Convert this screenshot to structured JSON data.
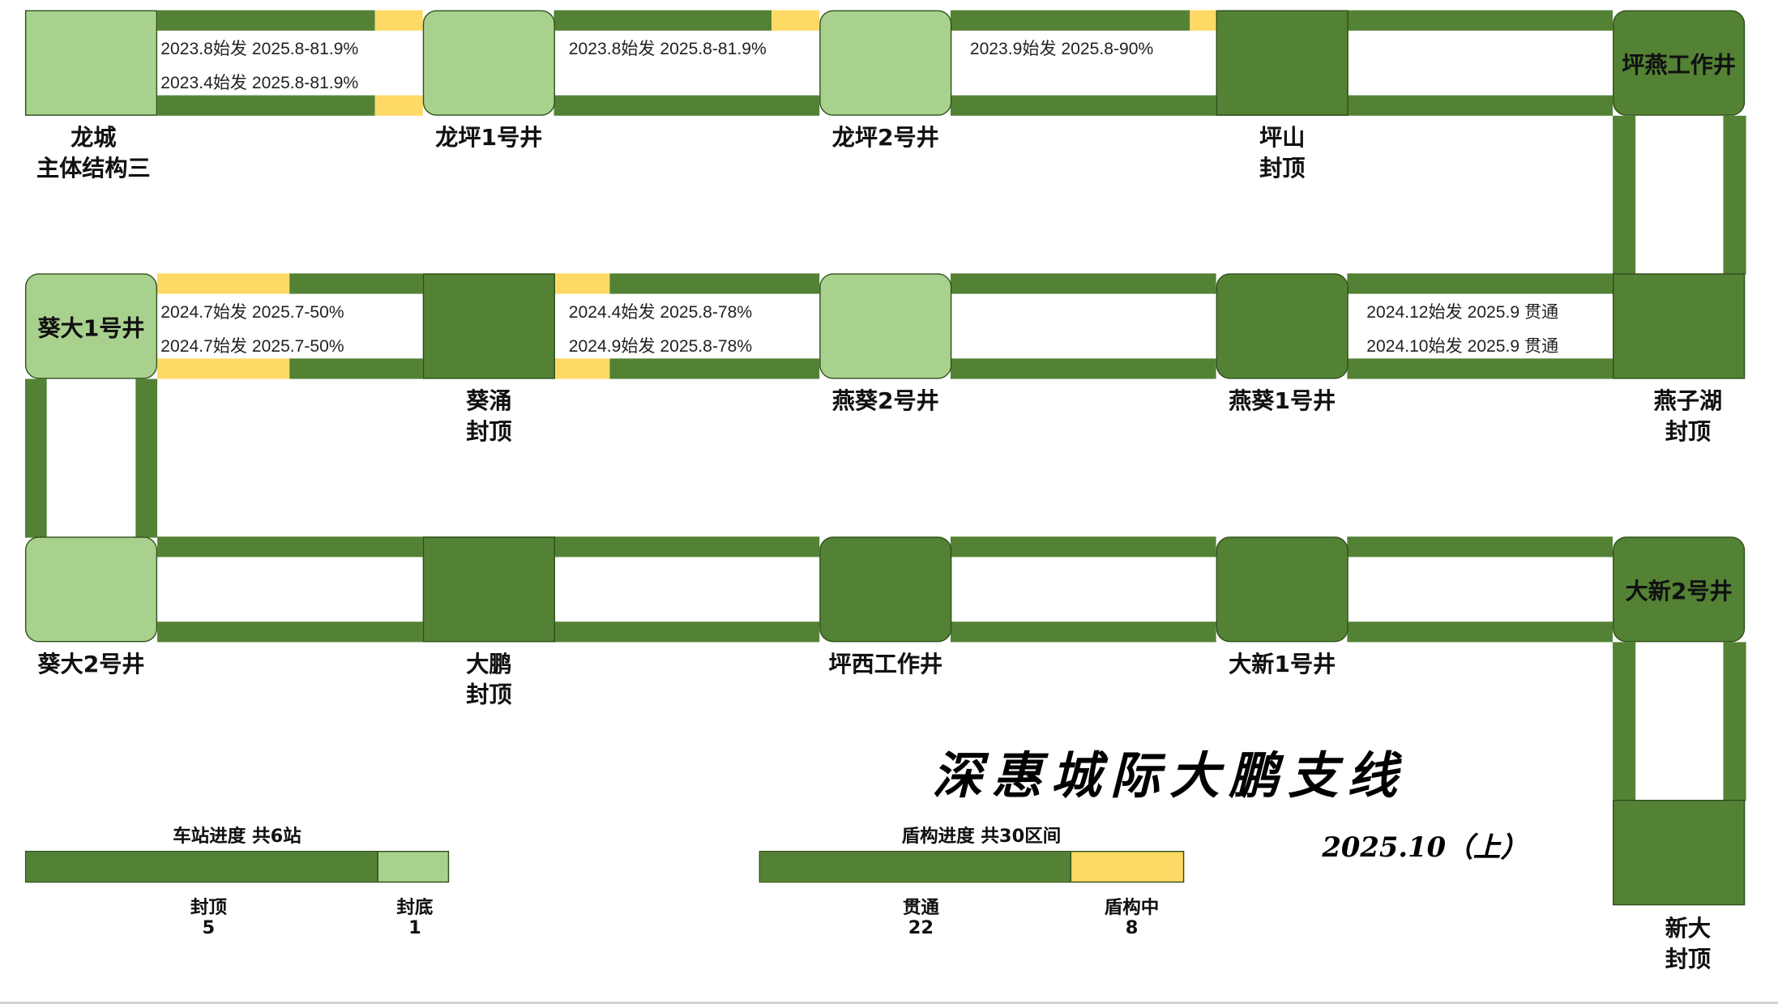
{
  "stations": {
    "longcheng": "龙城\n主体结构三",
    "longping1": "龙坪1号井",
    "longping2": "龙坪2号井",
    "pingshan": "坪山\n封顶",
    "pingyan": "坪燕工作井",
    "kuida1": "葵大1号井",
    "kuiyong": "葵涌\n封顶",
    "yankui2": "燕葵2号井",
    "yankui1": "燕葵1号井",
    "yanzihu": "燕子湖\n封顶",
    "kuida2": "葵大2号井",
    "dapeng": "大鹏\n封顶",
    "pingxi": "坪西工作井",
    "daxin1": "大新1号井",
    "daxin2": "大新2号井",
    "xinda": "新大\n封顶"
  },
  "notes": {
    "r1a1": "2023.8始发 2025.8-81.9%",
    "r1a2": "2023.4始发 2025.8-81.9%",
    "r1b1": "2023.8始发 2025.8-81.9%",
    "r1c1": "2023.9始发 2025.8-90%",
    "r2a1": "2024.7始发 2025.7-50%",
    "r2a2": "2024.7始发 2025.7-50%",
    "r2b1": "2024.4始发 2025.8-78%",
    "r2b2": "2024.9始发 2025.8-78%",
    "r2d1": "2024.12始发 2025.9 贯通",
    "r2d2": "2024.10始发 2025.9 贯通"
  },
  "title": "深惠城际大鹏支线",
  "subtitle": "2025.10（上）",
  "legend": {
    "station": {
      "title": "车站进度 共6站",
      "done_label": "封顶",
      "done_value": "5",
      "todo_label": "封底",
      "todo_value": "1",
      "done_fraction": 0.8333
    },
    "shield": {
      "title": "盾构进度 共30区间",
      "done_label": "贯通",
      "done_value": "22",
      "todo_label": "盾构中",
      "todo_value": "8",
      "done_fraction": 0.7333
    }
  },
  "colors": {
    "complete": "#548235",
    "light": "#a9d18e",
    "in_progress": "#ffd966"
  }
}
